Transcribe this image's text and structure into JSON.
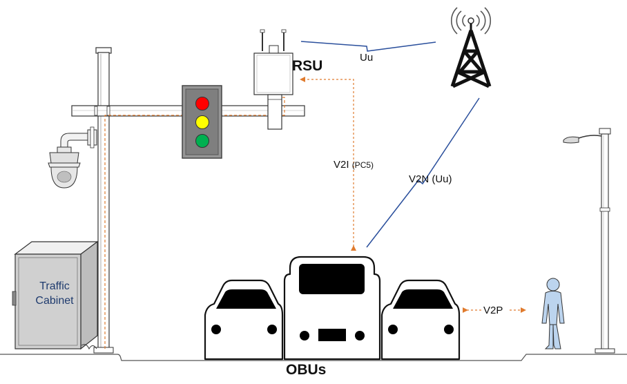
{
  "labels": {
    "rsu": "RSU",
    "uu": "Uu",
    "v2i": "V2I",
    "v2i_sub": "(PC5)",
    "v2n": "V2N (Uu)",
    "v2p": "V2P",
    "obus": "OBUs",
    "cabinet_line1": "Traffic",
    "cabinet_line2": "Cabinet"
  },
  "colors": {
    "link_orange": "#e07b2e",
    "wireless_blue": "#2a4f9c",
    "light_red": "#ff0000",
    "light_yellow": "#ffff00",
    "light_green": "#00b050",
    "cabinet_fill": "#d0d0d0",
    "pedestrian_fill": "#bcd4ee"
  },
  "icons": [
    "antenna-tower-icon",
    "traffic-light-icon",
    "camera-icon",
    "street-lamp-icon",
    "pedestrian-icon",
    "car-icon",
    "bus-icon"
  ]
}
